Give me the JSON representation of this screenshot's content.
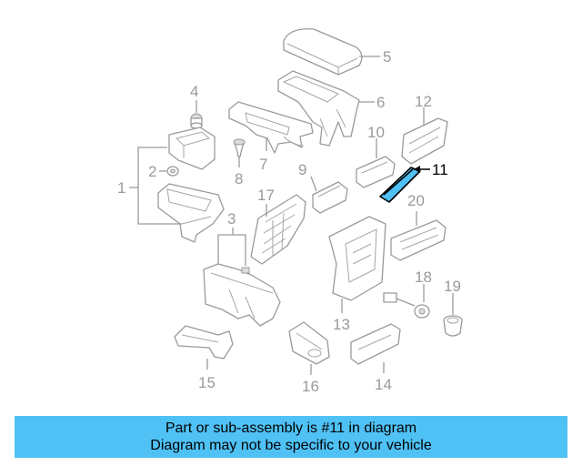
{
  "diagram": {
    "callouts": {
      "c1": "1",
      "c2": "2",
      "c3": "3",
      "c4": "4",
      "c5": "5",
      "c6": "6",
      "c7": "7",
      "c8": "8",
      "c9": "9",
      "c10": "10",
      "c11": "11",
      "c12": "12",
      "c13": "13",
      "c14": "14",
      "c15": "15",
      "c16": "16",
      "c17": "17",
      "c18": "18",
      "c19": "19",
      "c20": "20"
    },
    "highlighted_part": "11",
    "colors": {
      "highlight": "#4fc1f5",
      "line": "#9a9a9a",
      "banner": "#4fc1f5"
    }
  },
  "banner": {
    "line1": "Part or sub-assembly is #11 in diagram",
    "line2": "Diagram may not be specific to your vehicle"
  }
}
